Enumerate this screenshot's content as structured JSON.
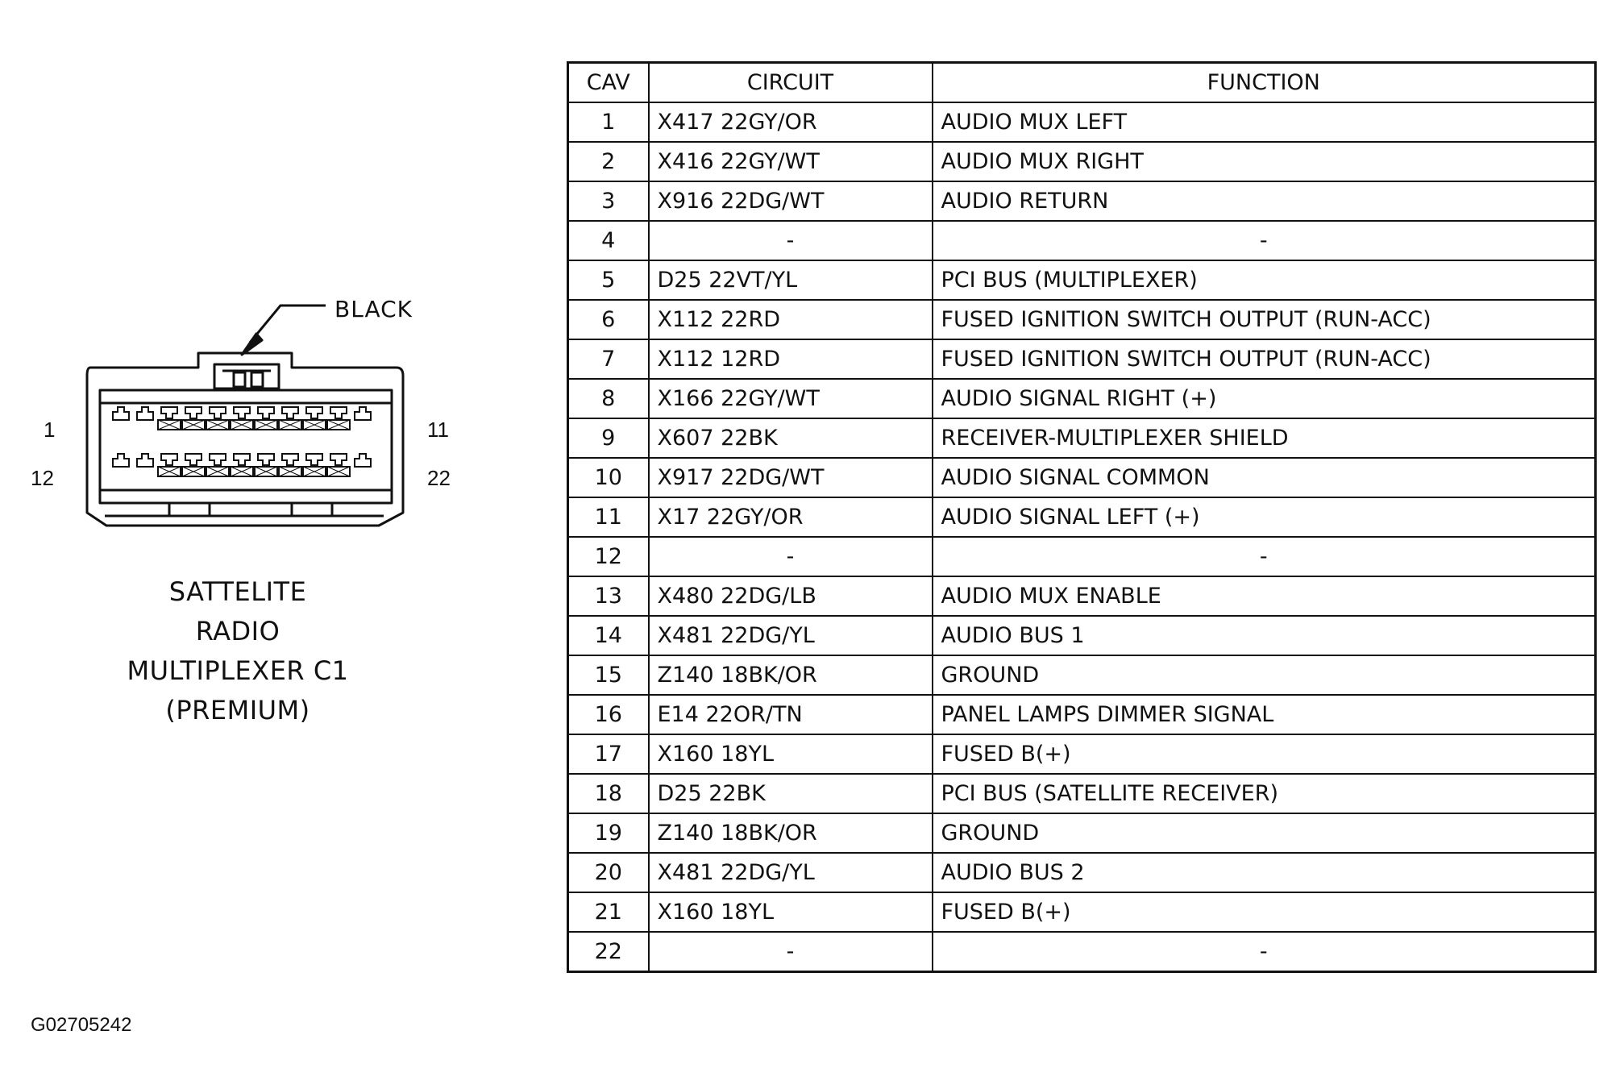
{
  "connector": {
    "color_label": "BLACK",
    "pin_labels": {
      "top_left": "1",
      "top_right": "11",
      "bottom_left": "12",
      "bottom_right": "22"
    },
    "caption_lines": [
      "SATTELITE",
      "RADIO",
      "MULTIPLEXER C1",
      "(PREMIUM)"
    ]
  },
  "figure_id": "G02705242",
  "table": {
    "headers": {
      "cav": "CAV",
      "circuit": "CIRCUIT",
      "function": "FUNCTION"
    },
    "rows": [
      {
        "cav": "1",
        "circuit": "X417 22GY/OR",
        "function": "AUDIO MUX LEFT"
      },
      {
        "cav": "2",
        "circuit": "X416 22GY/WT",
        "function": "AUDIO MUX RIGHT"
      },
      {
        "cav": "3",
        "circuit": "X916 22DG/WT",
        "function": "AUDIO RETURN"
      },
      {
        "cav": "4",
        "circuit": "-",
        "function": "-"
      },
      {
        "cav": "5",
        "circuit": "D25 22VT/YL",
        "function": "PCI BUS (MULTIPLEXER)"
      },
      {
        "cav": "6",
        "circuit": "X112 22RD",
        "function": "FUSED IGNITION SWITCH OUTPUT (RUN-ACC)"
      },
      {
        "cav": "7",
        "circuit": "X112 12RD",
        "function": "FUSED IGNITION SWITCH OUTPUT (RUN-ACC)"
      },
      {
        "cav": "8",
        "circuit": "X166 22GY/WT",
        "function": "AUDIO SIGNAL RIGHT (+)"
      },
      {
        "cav": "9",
        "circuit": "X607 22BK",
        "function": "RECEIVER-MULTIPLEXER SHIELD"
      },
      {
        "cav": "10",
        "circuit": "X917 22DG/WT",
        "function": "AUDIO SIGNAL COMMON"
      },
      {
        "cav": "11",
        "circuit": "X17 22GY/OR",
        "function": "AUDIO SIGNAL LEFT (+)"
      },
      {
        "cav": "12",
        "circuit": "-",
        "function": "-"
      },
      {
        "cav": "13",
        "circuit": "X480 22DG/LB",
        "function": "AUDIO MUX ENABLE"
      },
      {
        "cav": "14",
        "circuit": "X481 22DG/YL",
        "function": "AUDIO BUS 1"
      },
      {
        "cav": "15",
        "circuit": "Z140 18BK/OR",
        "function": "GROUND"
      },
      {
        "cav": "16",
        "circuit": "E14 22OR/TN",
        "function": "PANEL LAMPS DIMMER SIGNAL"
      },
      {
        "cav": "17",
        "circuit": "X160 18YL",
        "function": "FUSED B(+)"
      },
      {
        "cav": "18",
        "circuit": "D25 22BK",
        "function": "PCI BUS (SATELLITE RECEIVER)"
      },
      {
        "cav": "19",
        "circuit": "Z140 18BK/OR",
        "function": "GROUND"
      },
      {
        "cav": "20",
        "circuit": "X481 22DG/YL",
        "function": "AUDIO BUS 2"
      },
      {
        "cav": "21",
        "circuit": "X160 18YL",
        "function": "FUSED B(+)"
      },
      {
        "cav": "22",
        "circuit": "-",
        "function": "-"
      }
    ]
  }
}
